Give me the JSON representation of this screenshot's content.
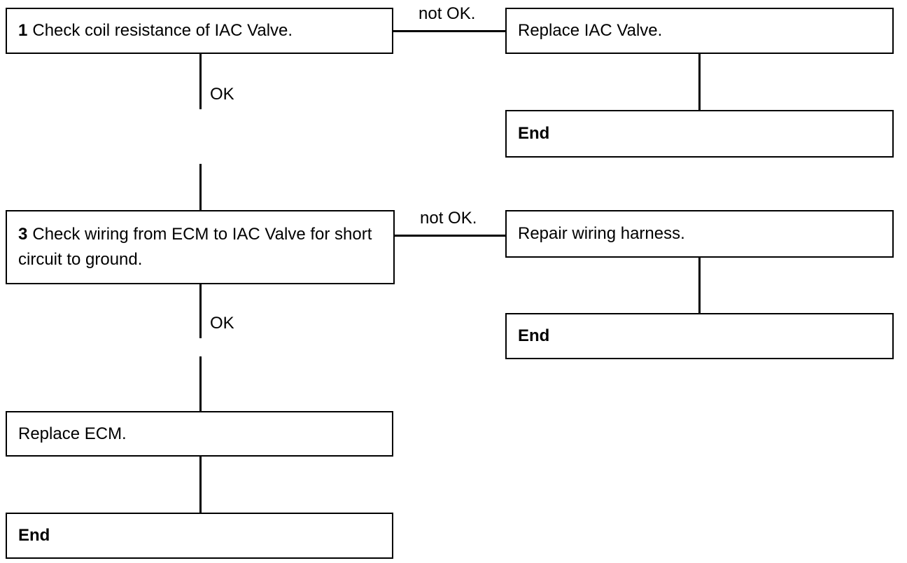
{
  "step1": {
    "number": "1",
    "text": "Check coil resistance of IAC Valve."
  },
  "step1_not_ok_label": "not OK.",
  "step1_ok_label": "OK",
  "replace_iac": "Replace IAC Valve.",
  "end_1": "End",
  "step3": {
    "number": "3",
    "text": "Check wiring from ECM to IAC Valve for short circuit to ground."
  },
  "step3_not_ok_label": "not OK.",
  "step3_ok_label": "OK",
  "repair_wiring": "Repair wiring harness.",
  "end_2": "End",
  "replace_ecm": "Replace ECM.",
  "end_3": "End"
}
